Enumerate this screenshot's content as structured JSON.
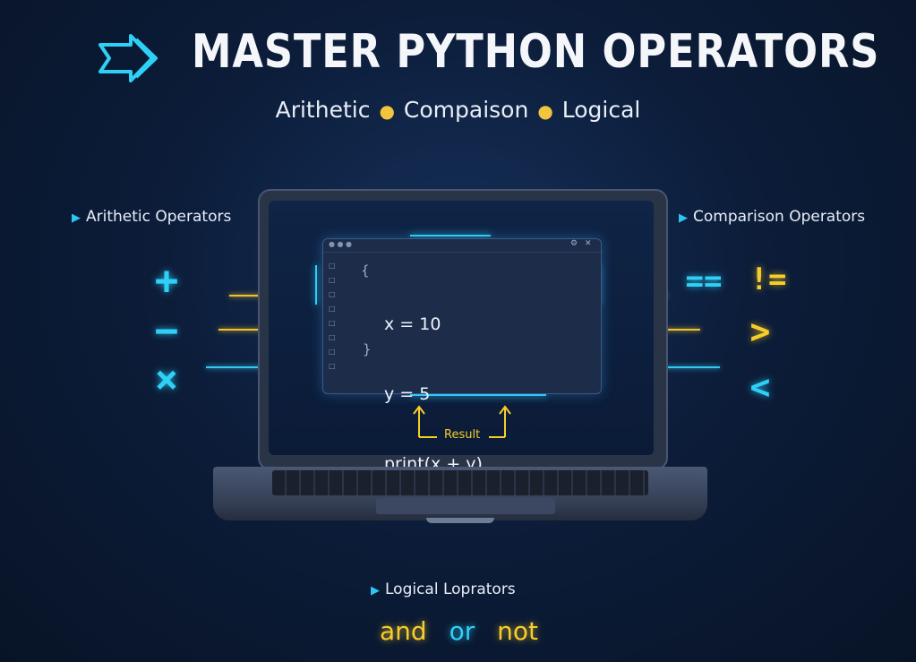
{
  "header": {
    "title": "MASTER PYTHON OPERATORS",
    "subtitle_parts": [
      "Arithetic",
      "Compaison",
      "Logical"
    ],
    "icon": "double-chevron-right-icon"
  },
  "sections": {
    "arithmetic": {
      "label": "Arithetic Operators",
      "operators": [
        "+",
        "−",
        "×"
      ]
    },
    "comparison": {
      "label": "Comparison Operators",
      "operators": [
        "==",
        "!=",
        ">",
        "<"
      ]
    },
    "logical": {
      "label": "Logical Loprators",
      "operators": [
        "and",
        "or",
        "not"
      ]
    }
  },
  "editor": {
    "code_lines": [
      "x = 10",
      "y = 5",
      "print(x + y)"
    ],
    "open_brace": "{",
    "close_brace": "}",
    "result_label": "Result"
  },
  "colors": {
    "accent_cyan": "#2ed0f7",
    "accent_yellow": "#f7cd2a",
    "background": "#0c1d3a"
  }
}
